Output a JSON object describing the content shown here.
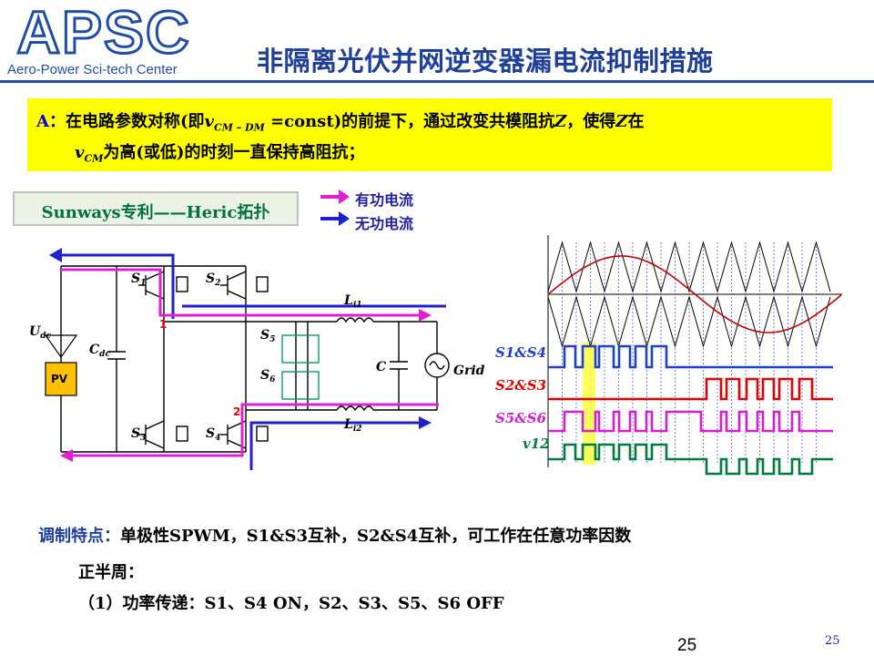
{
  "logo": {
    "main_text": "APSC",
    "sub_text": "Aero-Power Sci-tech Center"
  },
  "title": "非隔离光伏并网逆变器漏电流抑制措施",
  "note": {
    "label": "A：",
    "line1_a": "在电路参数对称(即",
    "line1_var": "v",
    "line1_sub": "CM – DM",
    "line1_b": " =const)的前提下，通过改变共模阻抗",
    "line1_z1": "Z",
    "line1_c": "，使得",
    "line1_z2": "Z",
    "line1_d": "在",
    "line2_var": "v",
    "line2_sub": "CM",
    "line2_b": "为高(或低)的时刻一直保持高阻抗；"
  },
  "topology_label": "Sunways专利——Heric拓扑",
  "legend": [
    {
      "label": "有功电流",
      "color": "#e020d0"
    },
    {
      "label": "无功电流",
      "color": "#1f1fd0"
    }
  ],
  "circuit": {
    "udc": "U",
    "udc_sub": "dc",
    "cdc": "C",
    "cdc_sub": "dc",
    "pv": "PV",
    "s1": "S",
    "s1_sub": "1",
    "s2": "S",
    "s2_sub": "2",
    "s3": "S",
    "s3_sub": "3",
    "s4": "S",
    "s4_sub": "4",
    "s5": "S",
    "s5_sub": "5",
    "s6": "S",
    "s6_sub": "6",
    "node1": "1",
    "node2": "2",
    "l1": "L",
    "l1_sub": "i1",
    "l2": "L",
    "l2_sub": "i2",
    "cap": "C",
    "grid": "Grid"
  },
  "waves": {
    "s1s4": "S1&S4",
    "s2s3": "S2&S3",
    "s5s6": "S5&S6",
    "v12": "v12",
    "colors": {
      "s1s4": "#1f3fcc",
      "s2s3": "#e00000",
      "s5s6": "#d020d0",
      "v12": "#007a3d"
    }
  },
  "modulation": {
    "label": "调制特点：",
    "text": "单极性SPWM，S1&S3互补，S2&S4互补，可工作在任意功率因数"
  },
  "half_cycle": "正半周：",
  "power_transfer": "（1）功率传递：S1、S4 ON，S2、S3、S5、S6 OFF",
  "page_number": "25",
  "page_number_small": "25"
}
